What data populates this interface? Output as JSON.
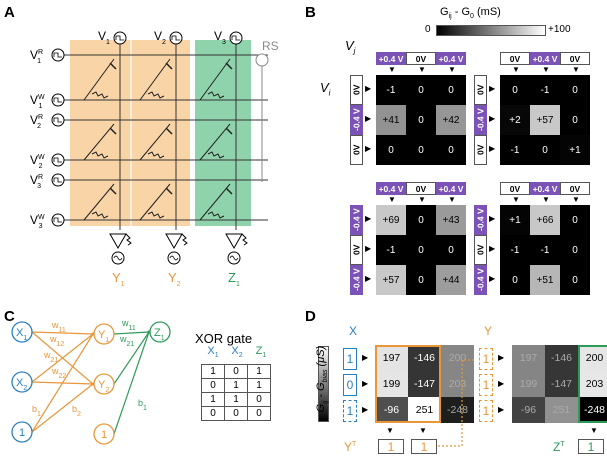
{
  "panel_labels": {
    "a": "A",
    "b": "B",
    "c": "C",
    "d": "D"
  },
  "panel_a": {
    "row_voltages": [
      {
        "base": "V",
        "sub": "1",
        "sup": "R"
      },
      {
        "base": "V",
        "sub": "1",
        "sup": "W"
      },
      {
        "base": "V",
        "sub": "2",
        "sup": "R"
      },
      {
        "base": "V",
        "sub": "2",
        "sup": "W"
      },
      {
        "base": "V",
        "sub": "3",
        "sup": "R"
      },
      {
        "base": "V",
        "sub": "3",
        "sup": "W"
      }
    ],
    "col_voltages": [
      {
        "base": "V",
        "sub": "1"
      },
      {
        "base": "V",
        "sub": "2"
      },
      {
        "base": "V",
        "sub": "3"
      }
    ],
    "rs_label": "RS",
    "outputs": [
      {
        "base": "Y",
        "sub": "1",
        "color": "#e8963a"
      },
      {
        "base": "Y",
        "sub": "2",
        "color": "#e8963a"
      },
      {
        "base": "Z",
        "sub": "1",
        "color": "#2e9a5a"
      }
    ],
    "colors": {
      "orange": "#f9d4a7",
      "green": "#8fd3ad"
    }
  },
  "panel_b": {
    "colorbar": {
      "title": "G",
      "title_sub": "ij",
      "title_rest": " - G",
      "title_sub2": "0",
      "title_unit": " (mS)",
      "min": "0",
      "max": "+100"
    },
    "vj_label": "V",
    "vj_sub": "j",
    "vi_label": "V",
    "vi_sub": "i",
    "matrices": [
      {
        "cols": [
          "+0.4 V",
          "0V",
          "+0.4 V"
        ],
        "col_style": [
          "p",
          "w",
          "p"
        ],
        "rows": [
          "0V",
          "-0.4 V",
          "0V"
        ],
        "row_style": [
          "w",
          "p",
          "w"
        ],
        "values": [
          [
            -1,
            0,
            0
          ],
          [
            41,
            0,
            42
          ],
          [
            0,
            0,
            0
          ]
        ],
        "labels": [
          [
            "-1",
            "0",
            "0"
          ],
          [
            "+41",
            "0",
            "+42"
          ],
          [
            "0",
            "0",
            "0"
          ]
        ]
      },
      {
        "cols": [
          "0V",
          "+0.4 V",
          "0V"
        ],
        "col_style": [
          "w",
          "p",
          "w"
        ],
        "rows": [
          "0V",
          "-0.4 V",
          "0V"
        ],
        "row_style": [
          "w",
          "p",
          "w"
        ],
        "values": [
          [
            0,
            -1,
            0
          ],
          [
            2,
            57,
            0
          ],
          [
            -1,
            0,
            1
          ]
        ],
        "labels": [
          [
            "0",
            "-1",
            "0"
          ],
          [
            "+2",
            "+57",
            "0"
          ],
          [
            "-1",
            "0",
            "+1"
          ]
        ]
      },
      {
        "cols": [
          "+0.4 V",
          "0V",
          "+0.4 V"
        ],
        "col_style": [
          "p",
          "w",
          "p"
        ],
        "rows": [
          "-0.4 V",
          "0V",
          "-0.4 V"
        ],
        "row_style": [
          "p",
          "w",
          "p"
        ],
        "values": [
          [
            69,
            0,
            43
          ],
          [
            -1,
            0,
            0
          ],
          [
            57,
            0,
            44
          ]
        ],
        "labels": [
          [
            "+69",
            "0",
            "+43"
          ],
          [
            "-1",
            "0",
            "0"
          ],
          [
            "+57",
            "0",
            "+44"
          ]
        ]
      },
      {
        "cols": [
          "0V",
          "+0.4 V",
          "0V"
        ],
        "col_style": [
          "w",
          "p",
          "w"
        ],
        "rows": [
          "-0.4 V",
          "0V",
          "-0.4 V"
        ],
        "row_style": [
          "p",
          "w",
          "p"
        ],
        "values": [
          [
            1,
            66,
            0
          ],
          [
            -1,
            -1,
            0
          ],
          [
            0,
            51,
            0
          ]
        ],
        "labels": [
          [
            "+1",
            "+66",
            "0"
          ],
          [
            "-1",
            "-1",
            "0"
          ],
          [
            "0",
            "+51",
            "0"
          ]
        ]
      }
    ]
  },
  "panel_c": {
    "title": "XOR gate",
    "nodes": {
      "x1": "X",
      "x1s": "1",
      "x2": "X",
      "x2s": "2",
      "b": "1",
      "y1": "Y",
      "y1s": "1",
      "y2": "Y",
      "y2s": "2",
      "by": "1",
      "z1": "Z",
      "z1s": "1"
    },
    "weights": {
      "w11": "w",
      "w11s": "11",
      "w12": "w",
      "w12s": "12",
      "w21": "w",
      "w21s": "21",
      "w22": "w",
      "w22s": "22",
      "b1": "b",
      "b1s": "1",
      "b2": "b",
      "b2s": "2",
      "zw11": "w",
      "zw11s": "11",
      "zw21": "w",
      "zw21s": "21",
      "zb1": "b",
      "zb1s": "1"
    },
    "table": {
      "headers": [
        {
          "b": "X",
          "s": "1"
        },
        {
          "b": "X",
          "s": "2"
        },
        {
          "b": "Z",
          "s": "1"
        }
      ],
      "rows": [
        [
          "1",
          "0",
          "1"
        ],
        [
          "0",
          "1",
          "1"
        ],
        [
          "1",
          "1",
          "0"
        ],
        [
          "0",
          "0",
          "0"
        ]
      ]
    }
  },
  "panel_d": {
    "axis_label": "G",
    "axis_sub": "ij",
    "axis_rest": " - G",
    "axis_sub2": "bias",
    "axis_unit": " (μS)",
    "x_label": "X",
    "y_label": "Y",
    "x_inputs": [
      "1",
      "0",
      "1"
    ],
    "left": {
      "values": [
        [
          197,
          -146,
          200
        ],
        [
          199,
          -147,
          203
        ],
        [
          -96,
          251,
          -248
        ]
      ]
    },
    "right": {
      "values": [
        [
          197,
          -146,
          200
        ],
        [
          199,
          -147,
          203
        ],
        [
          -96,
          251,
          -248
        ]
      ]
    },
    "y_outputs": [
      "1",
      "1"
    ],
    "y_inputs": [
      "1",
      "1",
      "1"
    ],
    "yt_label": "Y",
    "yt_sup": "T",
    "zt_label": "Z",
    "zt_sup": "T",
    "z_outputs": [
      "1"
    ]
  }
}
